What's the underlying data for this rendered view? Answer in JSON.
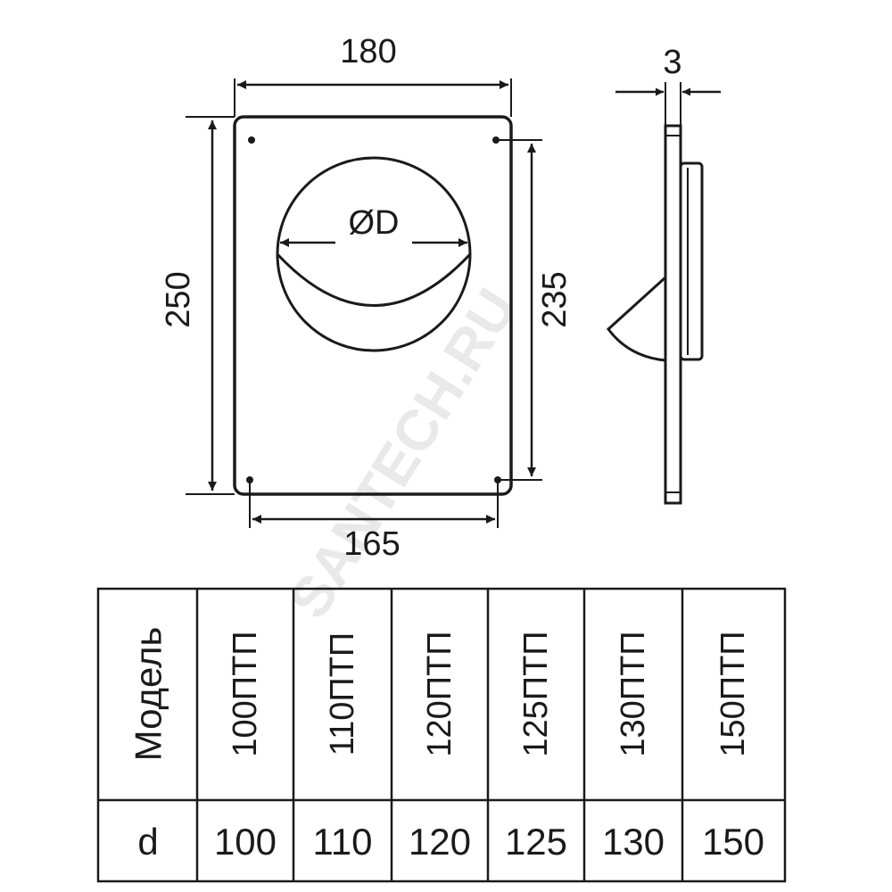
{
  "drawing": {
    "width_label": "180",
    "height_label": "250",
    "hole_spacing_h_label": "165",
    "hole_spacing_v_label": "235",
    "thickness_label": "3",
    "diameter_label": "ØD"
  },
  "watermark": {
    "text": "SANTECH.RU"
  },
  "table": {
    "header_label": "Модель",
    "row_label": "d",
    "models": [
      "100ПТП",
      "110ПТП",
      "120ПТП",
      "125ПТП",
      "130ПТП",
      "150ПТП"
    ],
    "diameters": [
      "100",
      "110",
      "120",
      "125",
      "130",
      "150"
    ]
  }
}
